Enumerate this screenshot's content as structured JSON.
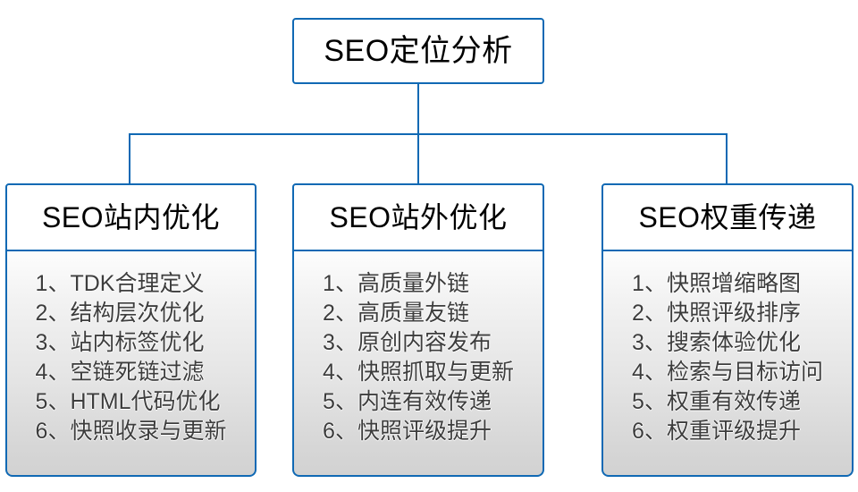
{
  "diagram": {
    "type": "org-tree",
    "root": {
      "title": "SEO定位分析"
    },
    "branches": [
      {
        "title": "SEO站内优化",
        "items": [
          "1、TDK合理定义",
          "2、结构层次优化",
          "3、站内标签优化",
          "4、空链死链过滤",
          "5、HTML代码优化",
          "6、快照收录与更新"
        ]
      },
      {
        "title": "SEO站外优化",
        "items": [
          "1、高质量外链",
          "2、高质量友链",
          "3、原创内容发布",
          "4、快照抓取与更新",
          "5、内连有效传递",
          "6、快照评级提升"
        ]
      },
      {
        "title": "SEO权重传递",
        "items": [
          "1、快照增缩略图",
          "2、快照评级排序",
          "3、搜索体验优化",
          "4、检索与目标访问",
          "5、权重有效传递",
          "6、权重评级提升"
        ]
      }
    ],
    "colors": {
      "border": "#1069b4",
      "connector": "#1069b4",
      "header_background": "#ffffff",
      "body_background_top": "#fdfdfd",
      "body_background_bottom": "#d2d2d2",
      "title_text": "#000000",
      "list_text": "#3d3d3d",
      "page_background": "#ffffff"
    }
  }
}
